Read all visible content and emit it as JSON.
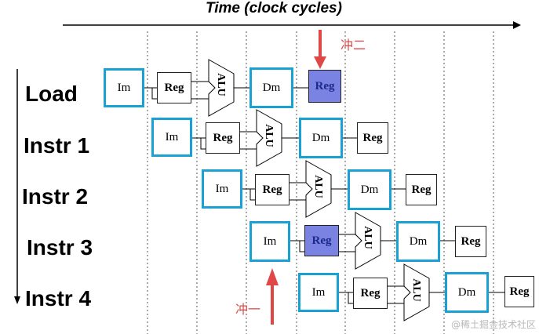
{
  "header": {
    "title": "Time (clock cycles)"
  },
  "rows": [
    {
      "label": "Load",
      "stages": [
        "Im",
        "Reg",
        "ALU",
        "Dm",
        "Reg"
      ]
    },
    {
      "label": "Instr 1",
      "stages": [
        "Im",
        "Reg",
        "ALU",
        "Dm",
        "Reg"
      ]
    },
    {
      "label": "Instr 2",
      "stages": [
        "Im",
        "Reg",
        "ALU",
        "Dm",
        "Reg"
      ]
    },
    {
      "label": "Instr 3",
      "stages": [
        "Im",
        "Reg",
        "ALU",
        "Dm",
        "Reg"
      ]
    },
    {
      "label": "Instr 4",
      "stages": [
        "Im",
        "Reg",
        "ALU",
        "Dm",
        "Reg"
      ]
    }
  ],
  "annotations": {
    "conflict_two": "冲二",
    "conflict_one": "冲一"
  },
  "highlighted_stages": [
    "Load: Reg (write-back)",
    "Instr 3: Reg (decode)"
  ],
  "colors": {
    "memory_border": "#19a1d3",
    "highlight_fill": "#7a83e2",
    "annotation": "#e04848"
  },
  "credit": "@稀土掘金技术社区"
}
